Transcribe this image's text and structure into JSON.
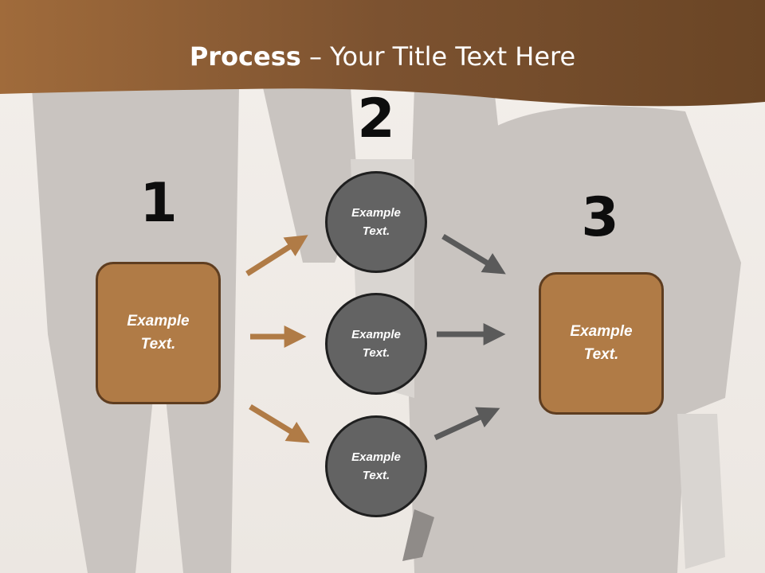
{
  "slide": {
    "title_bold": "Process",
    "title_rest": " – Your Title Text Here"
  },
  "steps": {
    "one": {
      "number": "1",
      "text": "Example Text."
    },
    "two": {
      "number": "2"
    },
    "three": {
      "number": "3",
      "text": "Example Text."
    }
  },
  "circles": [
    {
      "text": "Example Text."
    },
    {
      "text": "Example Text."
    },
    {
      "text": "Example Text."
    }
  ],
  "colors": {
    "header_brown": "#8a5a30",
    "box_fill": "#b07b46",
    "box_border": "#5e3d20",
    "arrow_brown": "#b07b46",
    "arrow_gray": "#5a5a5a",
    "circle_fill": "#636363"
  }
}
